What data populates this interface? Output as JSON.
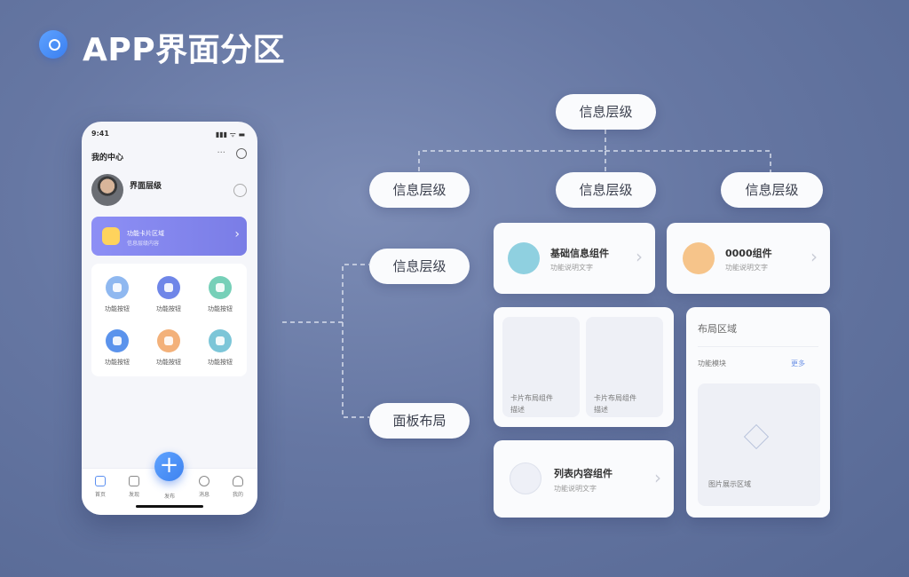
{
  "header": {
    "title": "APP界面分区",
    "logo_icon": "chat-bubble-icon"
  },
  "phone": {
    "time": "9:41",
    "signal": "▮▮▮ ᯤ ▬",
    "app_title": "我的中心",
    "more": "···",
    "user": {
      "name": "界面层级",
      "subtitle": ""
    },
    "banner": {
      "title": "功能卡片区域",
      "subtitle": "信息层级内容"
    },
    "grid_items": [
      {
        "label": "功能按钮",
        "color": "#8fb8f0"
      },
      {
        "label": "功能按钮",
        "color": "#6f86e8"
      },
      {
        "label": "功能按钮",
        "color": "#76d0b8"
      },
      {
        "label": "功能按钮",
        "color": "#5b93ec"
      },
      {
        "label": "功能按钮",
        "color": "#f3b17a"
      },
      {
        "label": "功能按钮",
        "color": "#7cc6d8"
      }
    ],
    "tabs": [
      "首页",
      "发现",
      "发布",
      "消息",
      "我的"
    ],
    "fab": "+"
  },
  "diagram": {
    "pills": {
      "top": "信息层级",
      "level_a": "信息层级",
      "level_b": "信息层级",
      "level_c": "信息层级",
      "left_upper": "信息层级",
      "left_lower": "面板布局"
    },
    "cards": {
      "card1": {
        "title": "基础信息组件",
        "subtitle": "功能说明文字",
        "icon_color": "#8fd0e0"
      },
      "card2": {
        "title": "0000组件",
        "subtitle": "功能说明文字",
        "icon_color": "#f6c48a"
      },
      "tiles": [
        {
          "label": "卡片布局组件",
          "sub": "描述"
        },
        {
          "label": "卡片布局组件",
          "sub": "描述"
        }
      ],
      "list_card": {
        "title": "列表内容组件",
        "subtitle": "功能说明文字"
      },
      "right_panel": {
        "title": "布局区域",
        "row_label": "功能模块",
        "row_action": "更多",
        "image_caption": "图片展示区域"
      }
    }
  }
}
